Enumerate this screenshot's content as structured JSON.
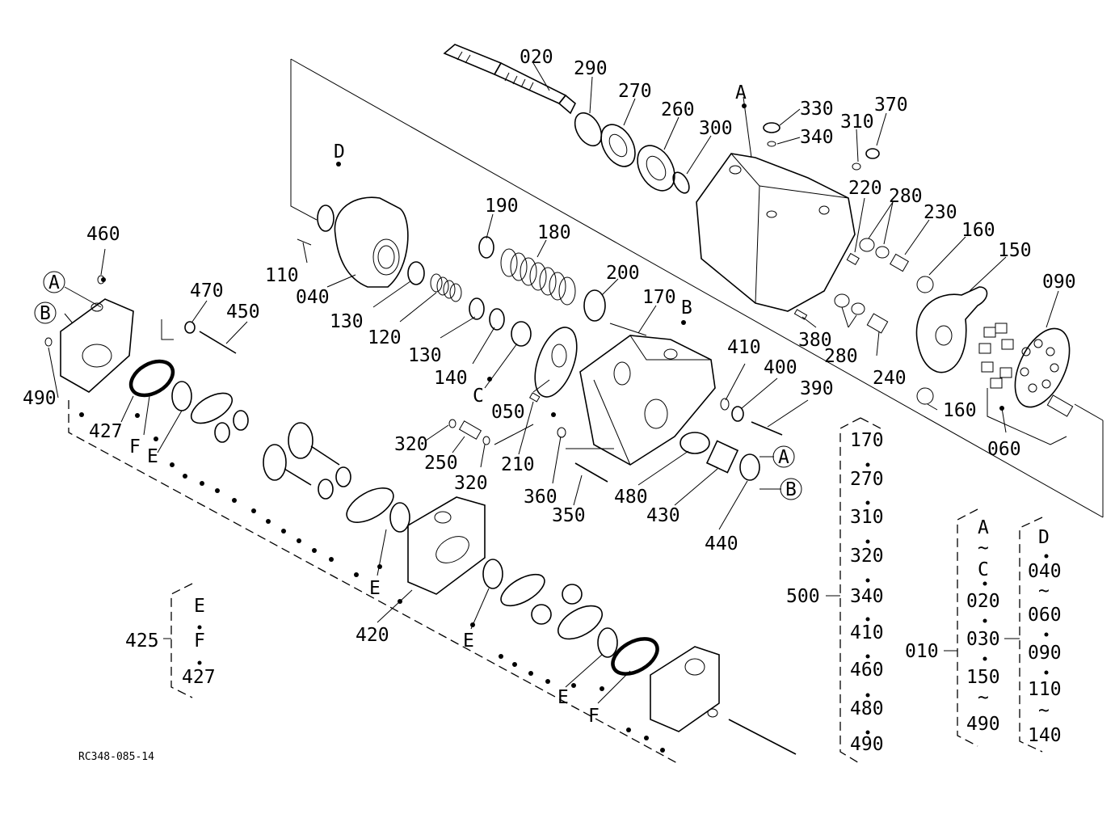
{
  "diagram": {
    "code": "RC348-085-14",
    "labels": [
      "020",
      "290",
      "270",
      "260",
      "300",
      "A",
      "330",
      "340",
      "310",
      "370",
      "220",
      "280",
      "230",
      "160",
      "150",
      "090",
      "D",
      "190",
      "180",
      "200",
      "170",
      "B",
      "110",
      "040",
      "130",
      "120",
      "130",
      "140",
      "C",
      "050",
      "410",
      "400",
      "390",
      "280",
      "240",
      "380",
      "160",
      "060",
      "460",
      "470",
      "450",
      "A",
      "B",
      "490",
      "427",
      "F",
      "E",
      "320",
      "250",
      "320",
      "210",
      "360",
      "350",
      "480",
      "430",
      "440",
      "A",
      "B",
      "E",
      "E",
      "E",
      "F",
      "420",
      "E",
      "F",
      "427",
      "425"
    ],
    "group_500": {
      "id": "500",
      "items": [
        "170",
        "270",
        "310",
        "320",
        "340",
        "410",
        "460",
        "480",
        "490"
      ]
    },
    "group_010": {
      "id": "010",
      "items": [
        "A",
        "~",
        "C",
        "020",
        "030",
        "150",
        "~",
        "490"
      ]
    },
    "group_010b": {
      "items": [
        "D",
        "040",
        "~",
        "060",
        "090",
        "110",
        "~",
        "140"
      ]
    }
  }
}
